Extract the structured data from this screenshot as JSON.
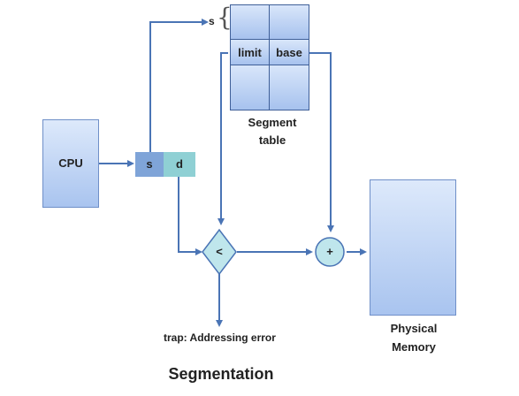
{
  "diagram": {
    "cpu_label": "CPU",
    "address": {
      "s_label": "s",
      "d_label": "d"
    },
    "segment_table": {
      "s_marker": "s",
      "brace": "{",
      "limit_label": "limit",
      "base_label": "base",
      "caption_line1": "Segment",
      "caption_line2": "table"
    },
    "compare_symbol": "<",
    "adder_symbol": "+",
    "trap_label": "trap: Addressing error",
    "memory_label_line1": "Physical",
    "memory_label_line2": "Memory",
    "title": "Segmentation"
  },
  "colors": {
    "line": "#4a74b5",
    "s_cell": "#7fa4d8",
    "d_cell": "#8fd0d4",
    "box_top": "#dde9fb",
    "box_bottom": "#a9c4ef"
  }
}
